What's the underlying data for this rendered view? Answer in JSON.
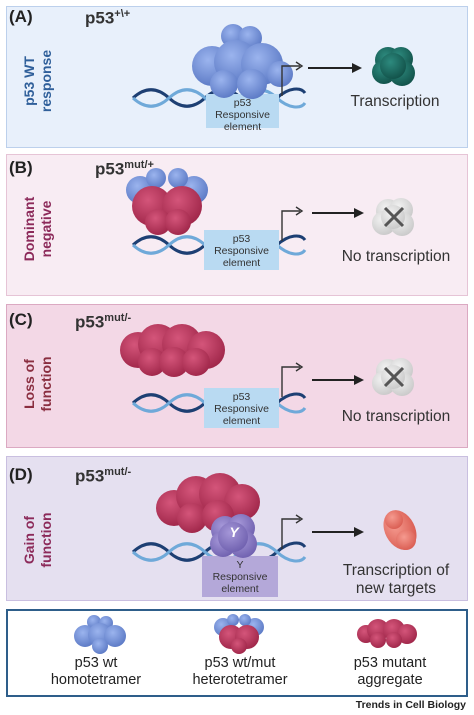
{
  "colors": {
    "wt_blue": "#6f8fd6",
    "mutant": "#b8345a",
    "teal": "#1b6b62",
    "gray_protein": "#dcdcdc",
    "y_protein": "#8a7cc2",
    "salmon": "#ec7a6f",
    "dna_dark": "#1d3f73",
    "dna_light": "#6fa9d9",
    "element_blue": "#b9daf2",
    "element_purple": "#b4a8d9"
  },
  "panels": [
    {
      "letter": "(A)",
      "genotype": "p53",
      "genotype_sup": "+\\+",
      "side_label": [
        "p53 WT",
        "response"
      ],
      "element_lines": [
        "p53",
        "Responsive",
        "element"
      ],
      "outcome_lines": [
        "Transcription"
      ],
      "protein": "wt-homotetramer",
      "outcome_icon": "teal-blob-icon"
    },
    {
      "letter": "(B)",
      "genotype": "p53",
      "genotype_sup": "mut/+",
      "side_label": [
        "Dominant",
        "negative"
      ],
      "element_lines": [
        "p53",
        "Responsive",
        "element"
      ],
      "outcome_lines": [
        "No transcription"
      ],
      "protein": "heterotetramer",
      "outcome_icon": "no-transcription-x-icon"
    },
    {
      "letter": "(C)",
      "genotype": "p53",
      "genotype_sup": "mut/-",
      "side_label": [
        "Loss of",
        "function"
      ],
      "element_lines": [
        "p53",
        "Responsive",
        "element"
      ],
      "outcome_lines": [
        "No transcription"
      ],
      "protein": "mutant-aggregate",
      "outcome_icon": "no-transcription-x-icon"
    },
    {
      "letter": "(D)",
      "genotype": "p53",
      "genotype_sup": "mut/-",
      "side_label": [
        "Gain of",
        "function"
      ],
      "element_lines": [
        "Y",
        "Responsive",
        "element"
      ],
      "outcome_lines": [
        "Transcription of",
        "new targets"
      ],
      "protein": "mutant-aggregate-with-y",
      "y_label": "Y",
      "outcome_icon": "salmon-blob-icon"
    }
  ],
  "legend": [
    {
      "lines": [
        "p53 wt",
        "homotetramer"
      ],
      "icon": "wt-homotetramer-icon"
    },
    {
      "lines": [
        "p53 wt/mut",
        "heterotetramer"
      ],
      "icon": "heterotetramer-icon"
    },
    {
      "lines": [
        "p53 mutant",
        "aggregate"
      ],
      "icon": "mutant-aggregate-icon"
    }
  ],
  "footer": "Trends in Cell Biology"
}
